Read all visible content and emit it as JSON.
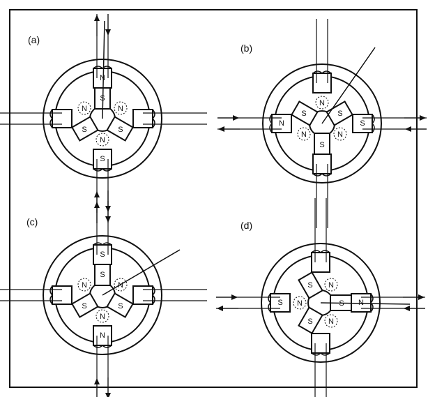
{
  "panels": [
    {
      "label": "(a)",
      "stator_poles": {
        "top": "N",
        "right": "",
        "bottom": "S",
        "left": ""
      },
      "rotor_poles": [
        "S",
        "S",
        "S"
      ],
      "rotor_induced": [
        "N",
        "N",
        "N"
      ]
    },
    {
      "label": "(b)",
      "stator_poles": {
        "top": "",
        "right": "S",
        "bottom": "",
        "left": "N"
      },
      "rotor_poles": [
        "S",
        "S",
        "S"
      ],
      "rotor_induced": [
        "N",
        "N",
        "N"
      ]
    },
    {
      "label": "(c)",
      "stator_poles": {
        "top": "S",
        "right": "",
        "bottom": "N",
        "left": ""
      },
      "rotor_poles": [
        "S",
        "S",
        "S"
      ],
      "rotor_induced": [
        "N",
        "N",
        "N"
      ]
    },
    {
      "label": "(d)",
      "stator_poles": {
        "top": "",
        "right": "N",
        "bottom": "",
        "left": "S"
      },
      "rotor_poles": [
        "S",
        "S",
        "S"
      ],
      "rotor_induced": [
        "N",
        "N",
        "N"
      ]
    }
  ]
}
